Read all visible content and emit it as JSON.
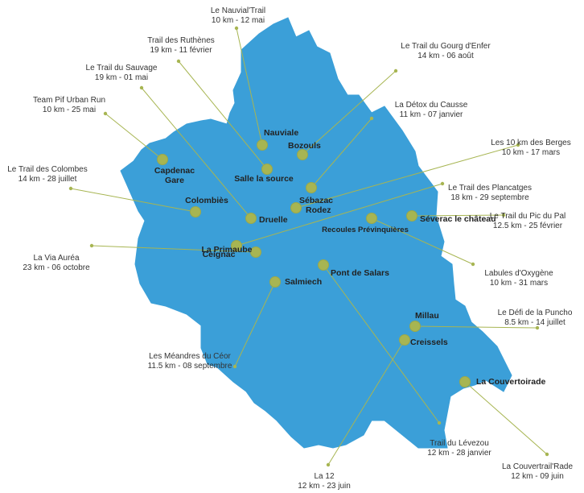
{
  "map": {
    "colors": {
      "region": "#3b9fd8",
      "marker": "#a7b552",
      "text": "#222222"
    },
    "towns": [
      {
        "id": "nauviale",
        "label": "Nauviale"
      },
      {
        "id": "bozouls",
        "label": "Bozouls"
      },
      {
        "id": "capdenac",
        "label_lines": [
          "Capdenac",
          "Gare"
        ]
      },
      {
        "id": "salle",
        "label": "Salle la source"
      },
      {
        "id": "sebazac",
        "label": "Sébazac"
      },
      {
        "id": "colombies",
        "label": "Colombiès"
      },
      {
        "id": "druelle",
        "label": "Druelle"
      },
      {
        "id": "rodez",
        "label": "Rodez"
      },
      {
        "id": "primaube",
        "label": "La Primaube"
      },
      {
        "id": "ceignac",
        "label": "Ceignac"
      },
      {
        "id": "salmiech",
        "label": "Salmiech"
      },
      {
        "id": "recoules",
        "label": "Recoules Prévinquières"
      },
      {
        "id": "pont",
        "label": "Pont de Salars"
      },
      {
        "id": "severac",
        "label": "Séverac le château"
      },
      {
        "id": "millau",
        "label": "Millau"
      },
      {
        "id": "creissels",
        "label": "Creissels"
      },
      {
        "id": "couvertoirade",
        "label": "La Couvertoirade"
      }
    ],
    "events": [
      {
        "id": "nauvial-trail",
        "name": "Le Nauvial'Trail",
        "info": "10 km - 12 mai",
        "town": "nauviale"
      },
      {
        "id": "ruthenes",
        "name": "Trail des Ruthènes",
        "info": "19 km - 11 février",
        "town": "salle"
      },
      {
        "id": "sauvage",
        "name": "Le Trail du Sauvage",
        "info": "19 km - 01 mai",
        "town": "druelle"
      },
      {
        "id": "pif",
        "name": "Team Pif Urban Run",
        "info": "10 km - 25 mai",
        "town": "capdenac"
      },
      {
        "id": "colombes",
        "name": "Le Trail des Colombes",
        "info": "14 km - 28 juillet",
        "town": "colombies"
      },
      {
        "id": "aurea",
        "name": "La Via Auréa",
        "info": "23 km - 06 octobre",
        "town": "primaube"
      },
      {
        "id": "gourg",
        "name": "Le Trail du Gourg d'Enfer",
        "info": "14 km - 06 août",
        "town": "bozouls"
      },
      {
        "id": "detox",
        "name": "La Détox du Causse",
        "info": "11 km - 07 janvier",
        "town": "sebazac"
      },
      {
        "id": "berges",
        "name": "Les 10 km des Berges",
        "info": "10 km - 17 mars",
        "town": "rodez"
      },
      {
        "id": "plancatges",
        "name": "Le Trail des Plancatges",
        "info": "18 km - 29 septembre",
        "town": "ceignac"
      },
      {
        "id": "picpal",
        "name": "Le Trail du Pic du Pal",
        "info": "12.5 km - 25 février",
        "town": "severac"
      },
      {
        "id": "labules",
        "name": "Labules d'Oxygène",
        "info": "10 km - 31 mars",
        "town": "recoules"
      },
      {
        "id": "puncho",
        "name": "Le Défi de la Puncho",
        "info": "8.5 km - 14 juillet",
        "town": "millau"
      },
      {
        "id": "meandres",
        "name": "Les Méandres du Céor",
        "info": "11.5 km - 08 septembre",
        "town": "salmiech"
      },
      {
        "id": "levezou",
        "name": "Trail du Lévezou",
        "info": "12 km - 28 janvier",
        "town": "pont"
      },
      {
        "id": "la12",
        "name": "La 12",
        "info": "12 km - 23 juin",
        "town": "creissels"
      },
      {
        "id": "couvertrail",
        "name": "La Couvertrail'Rade",
        "info": "12 km - 09 juin",
        "town": "couvertoirade"
      }
    ]
  }
}
